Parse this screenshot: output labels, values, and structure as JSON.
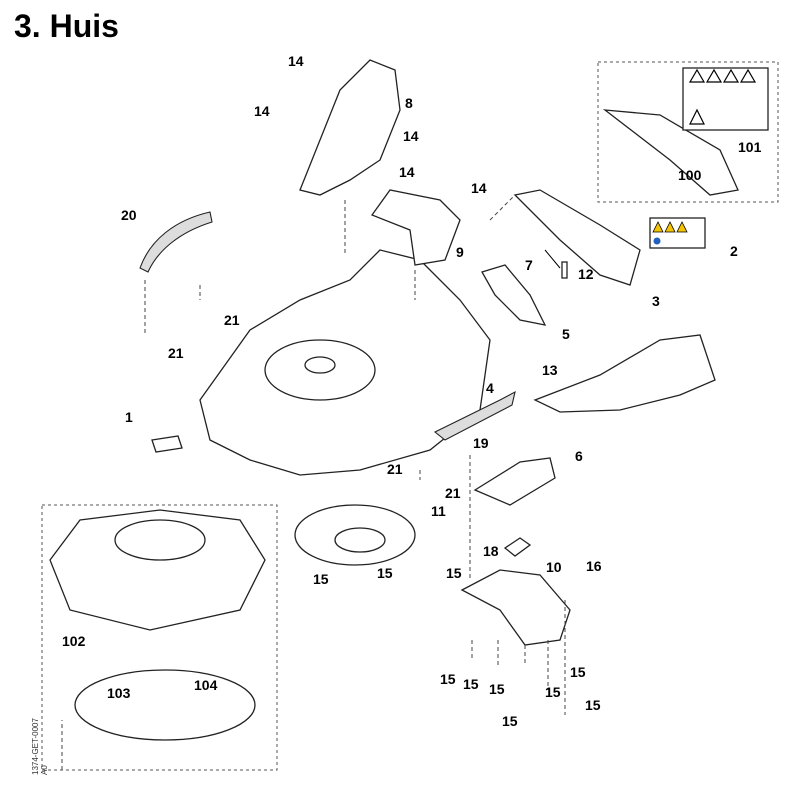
{
  "title": "3. Huis",
  "drawing_code": "1374-GET-0007",
  "revision": "A0",
  "callouts": [
    "14",
    "8",
    "14",
    "14",
    "14",
    "14",
    "20",
    "9",
    "7",
    "12",
    "2",
    "3",
    "100",
    "101",
    "21",
    "21",
    "5",
    "13",
    "4",
    "1",
    "19",
    "6",
    "21",
    "21",
    "11",
    "18",
    "10",
    "16",
    "15",
    "15",
    "15",
    "102",
    "103",
    "104",
    "15",
    "15",
    "15",
    "15",
    "15",
    "15",
    "15"
  ]
}
